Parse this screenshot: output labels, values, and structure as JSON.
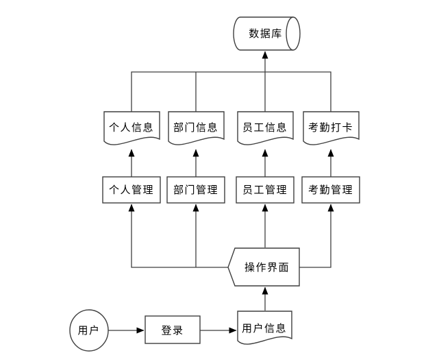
{
  "diagram": {
    "type": "flowchart",
    "background_color": "#ffffff",
    "line_color": "#3f3f3f",
    "text_color": "#000000",
    "nodes": {
      "database": {
        "label": "数据库",
        "shape": "cylinder"
      },
      "personal_info": {
        "label": "个人信息",
        "shape": "document"
      },
      "department_info": {
        "label": "部门信息",
        "shape": "document"
      },
      "employee_info": {
        "label": "员工信息",
        "shape": "document"
      },
      "attendance_punch": {
        "label": "考勤打卡",
        "shape": "document"
      },
      "personal_mgmt": {
        "label": "个人管理",
        "shape": "process"
      },
      "department_mgmt": {
        "label": "部门管理",
        "shape": "process"
      },
      "employee_mgmt": {
        "label": "员工管理",
        "shape": "process"
      },
      "attendance_mgmt": {
        "label": "考勤管理",
        "shape": "process"
      },
      "operation_ui": {
        "label": "操作界面",
        "shape": "display-pentagon"
      },
      "user": {
        "label": "用户",
        "shape": "circle"
      },
      "login": {
        "label": "登录",
        "shape": "process"
      },
      "user_info": {
        "label": "用户信息",
        "shape": "document"
      }
    },
    "edges": [
      {
        "from": "user",
        "to": "login"
      },
      {
        "from": "login",
        "to": "user_info"
      },
      {
        "from": "user_info",
        "to": "operation_ui"
      },
      {
        "from": "operation_ui",
        "to": "personal_mgmt"
      },
      {
        "from": "operation_ui",
        "to": "department_mgmt"
      },
      {
        "from": "operation_ui",
        "to": "employee_mgmt"
      },
      {
        "from": "operation_ui",
        "to": "attendance_mgmt"
      },
      {
        "from": "personal_mgmt",
        "to": "personal_info"
      },
      {
        "from": "department_mgmt",
        "to": "department_info"
      },
      {
        "from": "employee_mgmt",
        "to": "employee_info"
      },
      {
        "from": "attendance_mgmt",
        "to": "attendance_punch"
      },
      {
        "from": "personal_info",
        "to": "database"
      },
      {
        "from": "department_info",
        "to": "database"
      },
      {
        "from": "employee_info",
        "to": "database"
      },
      {
        "from": "attendance_punch",
        "to": "database"
      }
    ]
  }
}
